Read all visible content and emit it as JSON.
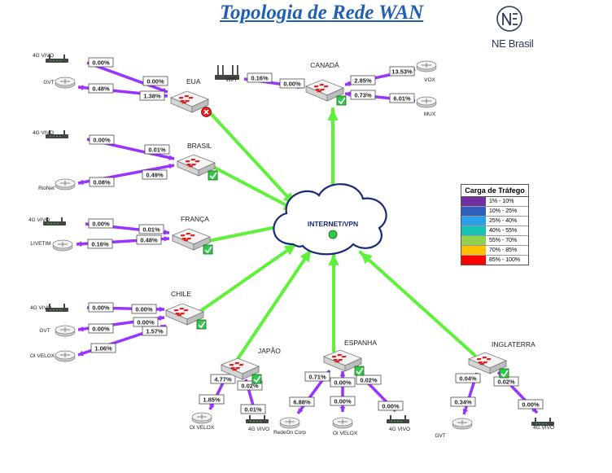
{
  "title": "Topologia de Rede WAN",
  "brand": "NE Brasil",
  "cloud_label": "INTERNET/VPN",
  "legend": {
    "title": "Carga de Tráfego",
    "rows": [
      {
        "label": "1%   -  10%",
        "color": "#7030a0"
      },
      {
        "label": "10%  -  25%",
        "color": "#2f5fbd"
      },
      {
        "label": "25%  -  40%",
        "color": "#2aa0e6"
      },
      {
        "label": "40%  -  55%",
        "color": "#18c3b5"
      },
      {
        "label": "55%  -  70%",
        "color": "#92d050"
      },
      {
        "label": "70%  -  85%",
        "color": "#ffc000"
      },
      {
        "label": "85%  -  100%",
        "color": "#ff0000"
      }
    ]
  },
  "colors": {
    "trunk": "#5ef03a",
    "access": "#9933ff",
    "title": "#1f5fb4",
    "status_ok": "#2ec84a",
    "status_down": "#e02020"
  },
  "sites": [
    {
      "name": "EUA",
      "status": "down",
      "links": [
        {
          "pct": "0.00%",
          "pct_up": "0.00%",
          "device": "4G VIVO",
          "type": "modem"
        },
        {
          "pct": "0.48%",
          "pct_up": "1.38%",
          "device": "GVT",
          "type": "router"
        }
      ]
    },
    {
      "name": "BRASIL",
      "status": "ok",
      "links": [
        {
          "pct": "0.00%",
          "pct_up": "0.01%",
          "device": "4G VIVO",
          "type": "modem"
        },
        {
          "pct": "0.08%",
          "pct_up": "0.49%",
          "device": "RioNet",
          "type": "router"
        }
      ]
    },
    {
      "name": "FRANÇA",
      "status": "ok",
      "links": [
        {
          "pct": "0.00%",
          "pct_up": "0.01%",
          "device": "4G VIVO",
          "type": "modem"
        },
        {
          "pct": "0.16%",
          "pct_up": "0.48%",
          "device": "LIVETIM",
          "type": "router"
        }
      ]
    },
    {
      "name": "CHILE",
      "status": "ok",
      "links": [
        {
          "pct": "0.00%",
          "pct_up": "0.00%",
          "device": "4G VIVO",
          "type": "modem"
        },
        {
          "pct": "0.00%",
          "pct_up": "0.00%",
          "device": "GVT",
          "type": "router"
        },
        {
          "pct": "1.06%",
          "pct_up": "1.57%",
          "device": "OI VELOX",
          "type": "router"
        }
      ]
    },
    {
      "name": "CANADÁ",
      "status": "ok",
      "links": [
        {
          "pct": "0.16%",
          "pct_up": "0.00%",
          "device": "WiFi",
          "type": "wifi"
        },
        {
          "pct": "13.53%",
          "pct_up": "2.85%",
          "device": "VOX",
          "type": "router"
        },
        {
          "pct": "6.01%",
          "pct_up": "0.73%",
          "device": "MUX",
          "type": "router"
        }
      ]
    },
    {
      "name": "JAPÃO",
      "status": "ok",
      "links": [
        {
          "pct": "1.85%",
          "pct_up": "4.77%",
          "device": "OI VELOX",
          "type": "router"
        },
        {
          "pct": "0.01%",
          "pct_up": "0.02%",
          "device": "4G VIVO",
          "type": "modem"
        }
      ]
    },
    {
      "name": "ESPANHA",
      "status": "ok",
      "links": [
        {
          "pct": "6.88%",
          "pct_up": "0.71%",
          "device": "RedeOn Corp",
          "type": "router"
        },
        {
          "pct": "0.00%",
          "pct_up": "0.00%",
          "device": "OI VELOX",
          "type": "router"
        },
        {
          "pct": "0.00%",
          "pct_up": "0.02%",
          "device": "4G VIVO",
          "type": "modem"
        }
      ]
    },
    {
      "name": "INGLATERRA",
      "status": "ok",
      "links": [
        {
          "pct": "0.34%",
          "pct_up": "0.04%",
          "device": "GVT",
          "type": "router"
        },
        {
          "pct": "0.00%",
          "pct_up": "0.02%",
          "device": "4G VIVO",
          "type": "modem"
        }
      ]
    }
  ]
}
